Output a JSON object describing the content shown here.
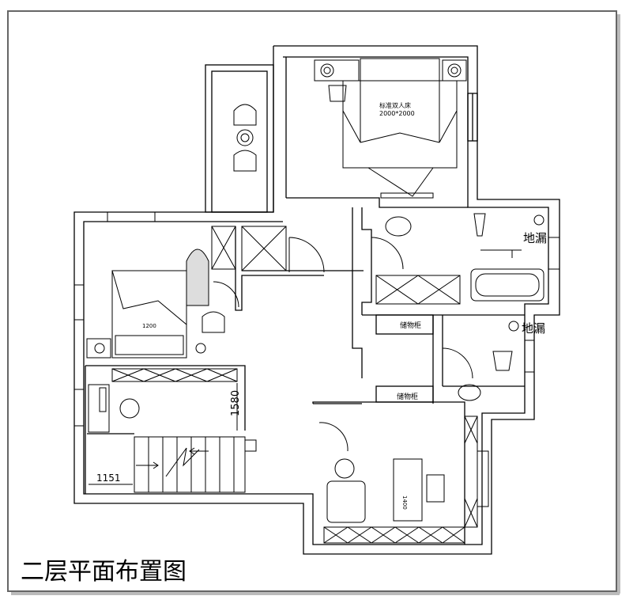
{
  "title": "二层平面布置图",
  "labels": {
    "bed_main": "标准双人床",
    "bed_main_size": "2000*2000",
    "floor_drain_1": "地漏",
    "floor_drain_2": "地漏",
    "wardrobe_1": "储物柜",
    "wardrobe_2": "储物柜",
    "bed_second_size": "1200",
    "desk_length": "1400",
    "dim_1580": "1580",
    "dim_1151": "1151"
  }
}
